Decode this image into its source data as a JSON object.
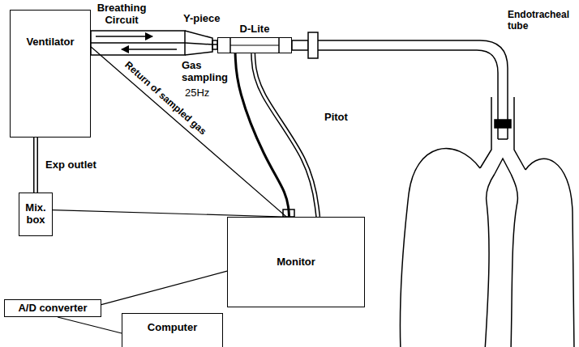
{
  "diagram": {
    "nodes": [
      {
        "text": [
          "Ventilator"
        ]
      },
      {
        "text": [
          "D-Lite"
        ]
      },
      {
        "text": [
          "Mix. box"
        ]
      },
      {
        "text": [
          "Monitor"
        ]
      },
      {
        "text": [
          "A/D converter"
        ]
      },
      {
        "text": [
          "Computer"
        ]
      }
    ],
    "edges": [
      {
        "from": 0,
        "to": 1,
        "arrow": "none"
      },
      {
        "from": 0,
        "to": 2,
        "label": "Exp outlet",
        "arrow": "none"
      },
      {
        "from": 2,
        "to": 3,
        "arrow": "none"
      },
      {
        "from": 3,
        "to": 0,
        "label": "Return of sampled gas",
        "arrow": "none"
      },
      {
        "from": 1,
        "to": 3,
        "label": "Gas sampling",
        "arrow": "none"
      },
      {
        "from": 1,
        "to": 3,
        "label": "Pitot",
        "arrow": "none"
      },
      {
        "from": 3,
        "to": 4,
        "arrow": "none"
      },
      {
        "from": 4,
        "to": 5,
        "arrow": "none"
      }
    ],
    "labels": [
      "Breathing Circuit",
      "Y-piece",
      "25Hz",
      "Endotracheal tube"
    ]
  }
}
